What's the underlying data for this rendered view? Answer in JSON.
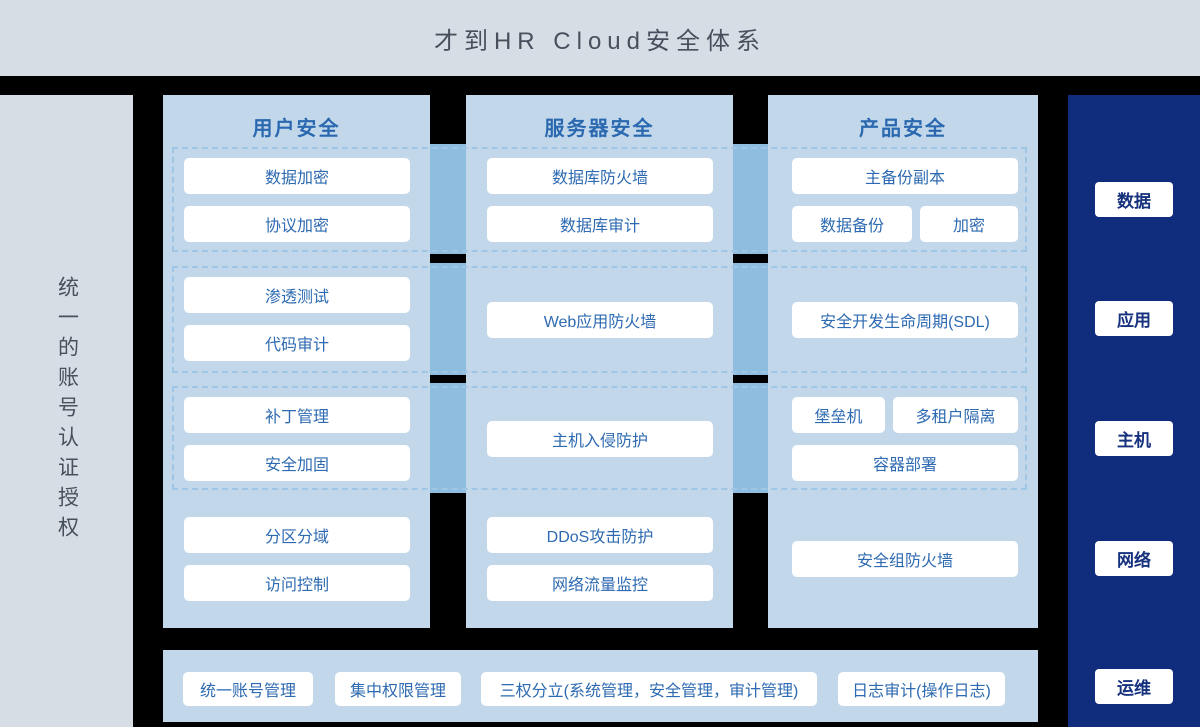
{
  "header": {
    "title": "才到HR Cloud安全体系"
  },
  "left_panel": {
    "label": "统一的账号认证授权"
  },
  "columns": [
    {
      "header": "用户安全",
      "buttons": [
        "数据加密",
        "协议加密",
        "渗透测试",
        "代码审计",
        "补丁管理",
        "安全加固",
        "分区分域",
        "访问控制"
      ]
    },
    {
      "header": "服务器安全",
      "buttons": [
        "数据库防火墙",
        "数据库审计",
        "Web应用防火墙",
        "主机入侵防护",
        "DDoS攻击防护",
        "网络流量监控"
      ]
    },
    {
      "header": "产品安全",
      "buttons": [
        "主备份副本",
        "数据备份",
        "加密",
        "安全开发生命周期(SDL)",
        "堡垒机",
        "多租户隔离",
        "容器部署",
        "安全组防火墙"
      ]
    }
  ],
  "right_panel": {
    "items": [
      "数据",
      "应用",
      "主机",
      "网络",
      "运维"
    ]
  },
  "bottom_bar": {
    "items": [
      "统一账号管理",
      "集中权限管理",
      "三权分立(系统管理，安全管理，审计管理)",
      "日志审计(操作日志)"
    ]
  },
  "colors": {
    "background": "#000000",
    "panel_bg": "#d7dde4",
    "column_bg": "#c2d8ea",
    "bridge": "#8fbde0",
    "dash": "#9fc7e5",
    "navy": "#102c7c",
    "node_text": "#2d6ab1",
    "column_header_text": "#2a68b0",
    "title_text": "#47515d"
  }
}
